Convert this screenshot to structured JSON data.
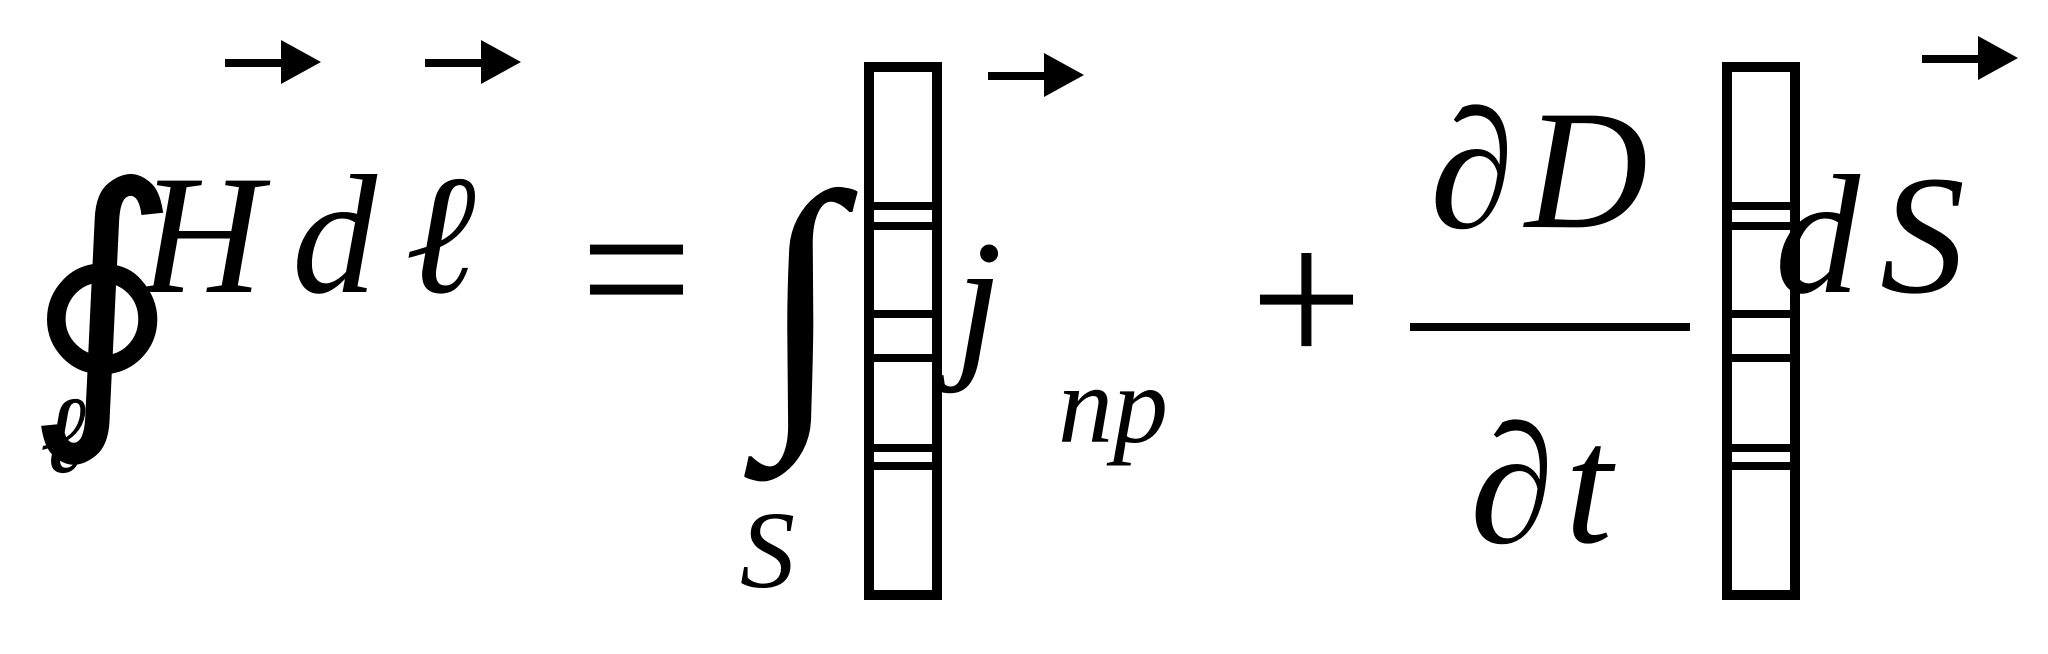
{
  "equation": {
    "lhs": {
      "integral": "∮",
      "lower_limit": "ℓ",
      "field": "H",
      "differential": "d",
      "path_element": "ℓ"
    },
    "equals": "=",
    "rhs": {
      "integral": "∫",
      "lower_limit": "S",
      "current": "j",
      "current_subscript": "np",
      "plus": "+",
      "numerator_partial": "∂",
      "numerator_field": "D",
      "denominator_partial": "∂",
      "denominator_var": "t",
      "differential": "d",
      "surface": "S"
    }
  }
}
